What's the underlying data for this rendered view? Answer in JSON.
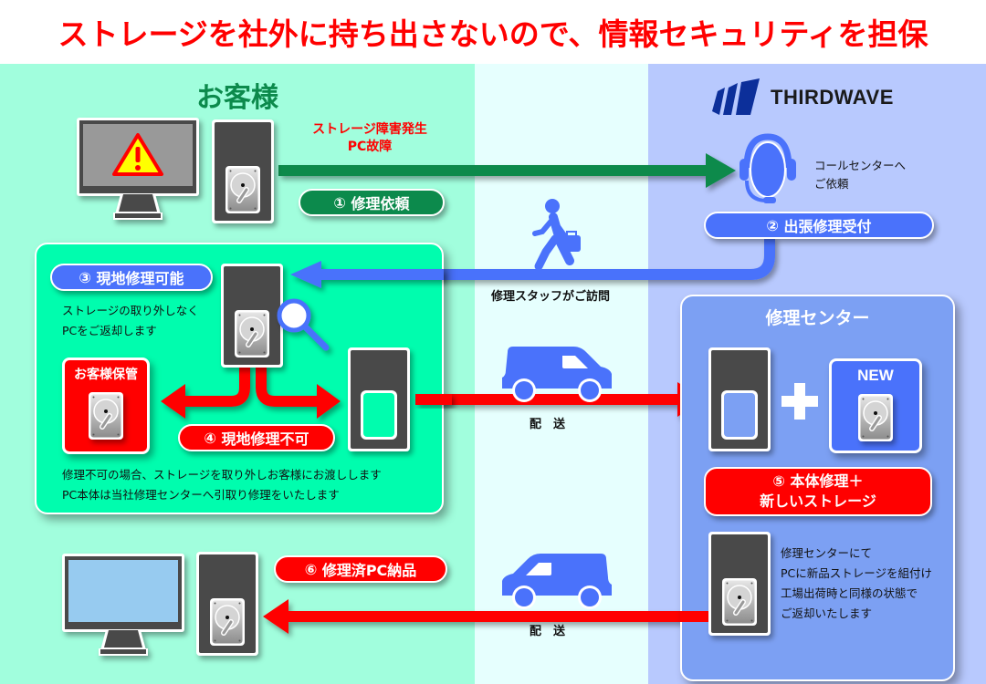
{
  "headline": "ストレージを社外に持ち出さないので、情報セキュリティを担保",
  "sections": {
    "customer": "お客様",
    "company_logo": "THIRDWAVE",
    "repair_center": "修理センター"
  },
  "colors": {
    "customer_band": "#a1fedd",
    "transit_band": "#e6fffe",
    "company_band": "#b8c9fe",
    "accent_red": "#ff0000",
    "accent_green": "#0c8a4c",
    "accent_blue": "#4a72fb"
  },
  "icons": {
    "failed_pc": "monitor-warning-icon",
    "tower": "pc-tower-icon",
    "hdd": "hard-drive-icon",
    "headset": "headset-icon",
    "walker": "walking-person-briefcase-icon",
    "magnifier": "magnifier-icon",
    "van": "delivery-van-icon",
    "plus": "plus-icon"
  },
  "trouble": {
    "line1": "ストレージ障害発生",
    "line2": "PC故障"
  },
  "steps": [
    {
      "num": "①",
      "label": "修理依頼"
    },
    {
      "num": "②",
      "label": "出張修理受付"
    },
    {
      "num": "③",
      "label": "現地修理可能"
    },
    {
      "num": "④",
      "label": "現地修理不可"
    },
    {
      "num": "⑤",
      "label": "本体修理＋",
      "label2": "新しいストレージ"
    },
    {
      "num": "⑥",
      "label": "修理済PC納品"
    }
  ],
  "callcenter": {
    "line1": "コールセンターへ",
    "line2": "ご依頼"
  },
  "visit_label": "修理スタッフがご訪問",
  "onsite_ok_text": {
    "line1": "ストレージの取り外しなく",
    "line2": "PCをご返却します"
  },
  "custody_label": "お客様保管",
  "onsite_ng_text": {
    "line1": "修理不可の場合、ストレージを取り外しお客様にお渡しします",
    "line2": "PC本体は当社修理センターへ引取り修理をいたします"
  },
  "shipping_label": "配　送",
  "return_label": "配　送",
  "new_label": "NEW",
  "center_text": {
    "line1": "修理センターにて",
    "line2": "PCに新品ストレージを組付け",
    "line3": "工場出荷時と同様の状態で",
    "line4": "ご返却いたします"
  }
}
